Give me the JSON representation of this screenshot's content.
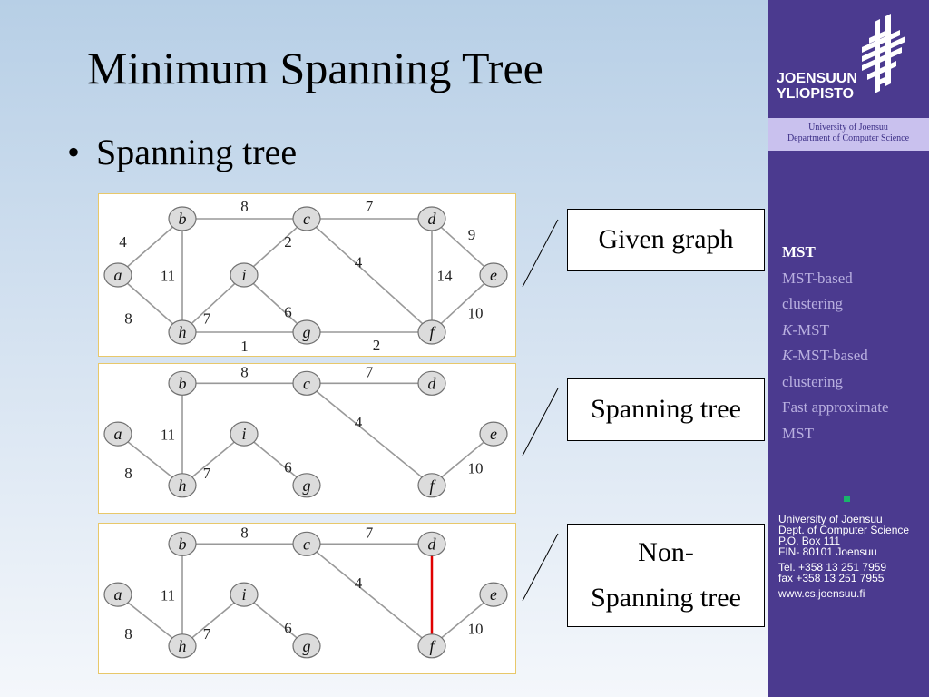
{
  "slide": {
    "title": "Minimum Spanning Tree",
    "bullet": "Spanning tree"
  },
  "graph": {
    "nodes": [
      {
        "id": "a",
        "label": "a"
      },
      {
        "id": "b",
        "label": "b"
      },
      {
        "id": "c",
        "label": "c"
      },
      {
        "id": "d",
        "label": "d"
      },
      {
        "id": "e",
        "label": "e"
      },
      {
        "id": "f",
        "label": "f"
      },
      {
        "id": "g",
        "label": "g"
      },
      {
        "id": "h",
        "label": "h"
      },
      {
        "id": "i",
        "label": "i"
      }
    ],
    "panels": [
      {
        "name": "given-graph",
        "label": "Given graph",
        "edges": [
          {
            "u": "a",
            "v": "b",
            "w": "4"
          },
          {
            "u": "b",
            "v": "c",
            "w": "8"
          },
          {
            "u": "c",
            "v": "d",
            "w": "7"
          },
          {
            "u": "d",
            "v": "e",
            "w": "9"
          },
          {
            "u": "a",
            "v": "h",
            "w": "8"
          },
          {
            "u": "b",
            "v": "h",
            "w": "11"
          },
          {
            "u": "h",
            "v": "i",
            "w": "7"
          },
          {
            "u": "i",
            "v": "c",
            "w": "2"
          },
          {
            "u": "i",
            "v": "g",
            "w": "6"
          },
          {
            "u": "c",
            "v": "f",
            "w": "4"
          },
          {
            "u": "d",
            "v": "f",
            "w": "14"
          },
          {
            "u": "e",
            "v": "f",
            "w": "10"
          },
          {
            "u": "h",
            "v": "g",
            "w": "1"
          },
          {
            "u": "g",
            "v": "f",
            "w": "2"
          }
        ]
      },
      {
        "name": "spanning-tree",
        "label": "Spanning tree",
        "edges": [
          {
            "u": "b",
            "v": "c",
            "w": "8"
          },
          {
            "u": "c",
            "v": "d",
            "w": "7"
          },
          {
            "u": "a",
            "v": "h",
            "w": "8"
          },
          {
            "u": "b",
            "v": "h",
            "w": "11"
          },
          {
            "u": "h",
            "v": "i",
            "w": "7"
          },
          {
            "u": "i",
            "v": "g",
            "w": "6"
          },
          {
            "u": "c",
            "v": "f",
            "w": "4"
          },
          {
            "u": "e",
            "v": "f",
            "w": "10"
          }
        ]
      },
      {
        "name": "non-spanning-tree",
        "label": "Non-\nSpanning tree",
        "edges": [
          {
            "u": "b",
            "v": "c",
            "w": "8"
          },
          {
            "u": "c",
            "v": "d",
            "w": "7"
          },
          {
            "u": "a",
            "v": "h",
            "w": "8"
          },
          {
            "u": "b",
            "v": "h",
            "w": "11"
          },
          {
            "u": "h",
            "v": "i",
            "w": "7"
          },
          {
            "u": "i",
            "v": "g",
            "w": "6"
          },
          {
            "u": "c",
            "v": "f",
            "w": "4"
          },
          {
            "u": "e",
            "v": "f",
            "w": "10"
          },
          {
            "u": "d",
            "v": "f",
            "w": "",
            "highlight": true
          }
        ]
      }
    ],
    "colors": {
      "edge": "#999999",
      "highlight": "#e00000",
      "node_fill": "#dcdcdc",
      "node_stroke": "#707070"
    }
  },
  "sidebar": {
    "logo_line1": "JOENSUUN",
    "logo_line2": "YLIOPISTO",
    "band_line1": "University of Joensuu",
    "band_line2": "Department of Computer Science",
    "menu": [
      {
        "text": "MST",
        "active": true
      },
      {
        "text": "MST-based"
      },
      {
        "text": "clustering"
      },
      {
        "k": "K",
        "text": "-MST"
      },
      {
        "k": "K",
        "text": "-MST-based"
      },
      {
        "text": "clustering"
      },
      {
        "text": "Fast approximate"
      },
      {
        "text": "MST"
      }
    ],
    "contact": {
      "l1": "University of Joensuu",
      "l2": "Dept. of Computer Science",
      "l3": "P.O. Box 111",
      "l4": "FIN- 80101 Joensuu",
      "l5": "Tel. +358 13 251 7959",
      "l6": "fax  +358 13 251 7955",
      "l7": "www.cs.joensuu.fi"
    },
    "colors": {
      "background": "#4b3a8f",
      "band": "#c9c1ee",
      "accent": "#19b46b"
    }
  }
}
